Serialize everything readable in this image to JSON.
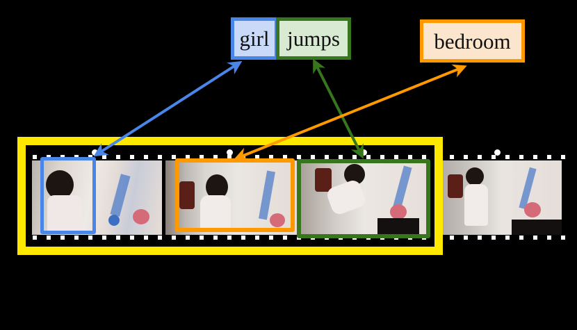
{
  "labels": {
    "girl": {
      "text": "girl",
      "color": "#4A86E8",
      "fill": "#C9DAF8"
    },
    "jumps": {
      "text": "jumps",
      "color": "#38761D",
      "fill": "#D9EAD3"
    },
    "bedroom": {
      "text": "bedroom",
      "color": "#FF9900",
      "fill": "#FCE5CD"
    }
  },
  "highlight": {
    "color": "#FFE800",
    "description": "selected clip spanning frames 1-3"
  },
  "frames": [
    {
      "id": 1,
      "scene": "girl reaching up at floral bedspread (close-up)",
      "box": "girl"
    },
    {
      "id": 2,
      "scene": "girl leaning on bed, stool in background",
      "box": "bedroom"
    },
    {
      "id": 3,
      "scene": "girl jumping up against bed",
      "box": "jumps"
    },
    {
      "id": 4,
      "scene": "girl standing next to bed",
      "box": null
    }
  ],
  "arrows": [
    {
      "from": "girl",
      "to": "frame-1 blue box",
      "color": "#4A86E8",
      "bidirectional": true
    },
    {
      "from": "jumps",
      "to": "frame-3 green box",
      "color": "#38761D",
      "bidirectional": true
    },
    {
      "from": "bedroom",
      "to": "frame-2 orange box",
      "color": "#FF9900",
      "bidirectional": true
    }
  ]
}
